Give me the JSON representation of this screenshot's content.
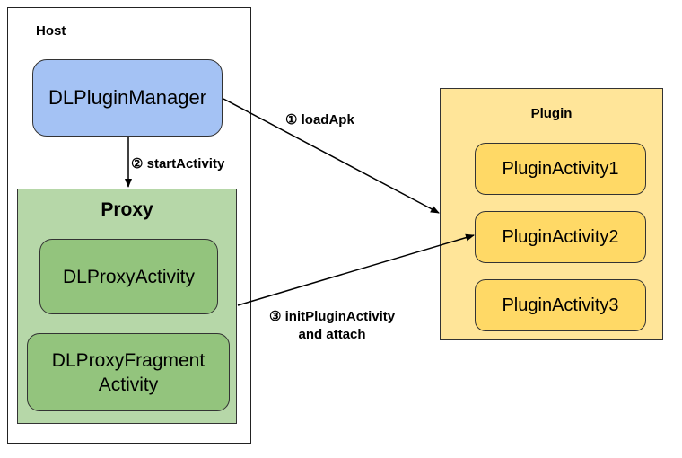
{
  "host": {
    "label": "Host"
  },
  "manager": {
    "label": "DLPluginManager"
  },
  "proxy": {
    "title": "Proxy",
    "activity": "DLProxyActivity",
    "fragment_line1": "DLProxyFragment",
    "fragment_line2": "Activity"
  },
  "plugin": {
    "label": "Plugin",
    "activities": [
      "PluginActivity1",
      "PluginActivity2",
      "PluginActivity3"
    ]
  },
  "edges": {
    "load": "① loadApk",
    "start": "② startActivity",
    "init_line1": "③ initPluginActivity",
    "init_line2": "and attach"
  },
  "colors": {
    "manager": "#a4c2f4",
    "proxy_container": "#b6d7a8",
    "proxy_item": "#93c47d",
    "plugin_container": "#ffe599",
    "plugin_item": "#ffd966"
  }
}
